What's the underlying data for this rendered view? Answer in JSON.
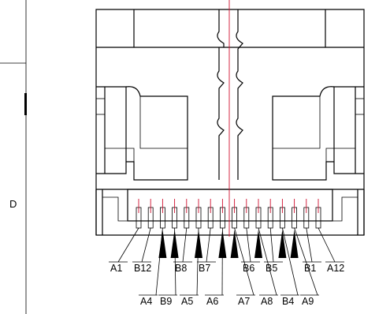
{
  "drawing": {
    "zone_letter": "D",
    "colors": {
      "line": "#000000",
      "centerline": "#d01030",
      "background": "#ffffff"
    },
    "upper_labels": [
      "A1",
      "B12",
      "B8",
      "B7",
      "B6",
      "B5",
      "B1",
      "A12"
    ],
    "lower_labels": [
      "A4",
      "B9",
      "A5",
      "A6",
      "A7",
      "A8",
      "B4",
      "A9"
    ],
    "pin_count": 16
  }
}
